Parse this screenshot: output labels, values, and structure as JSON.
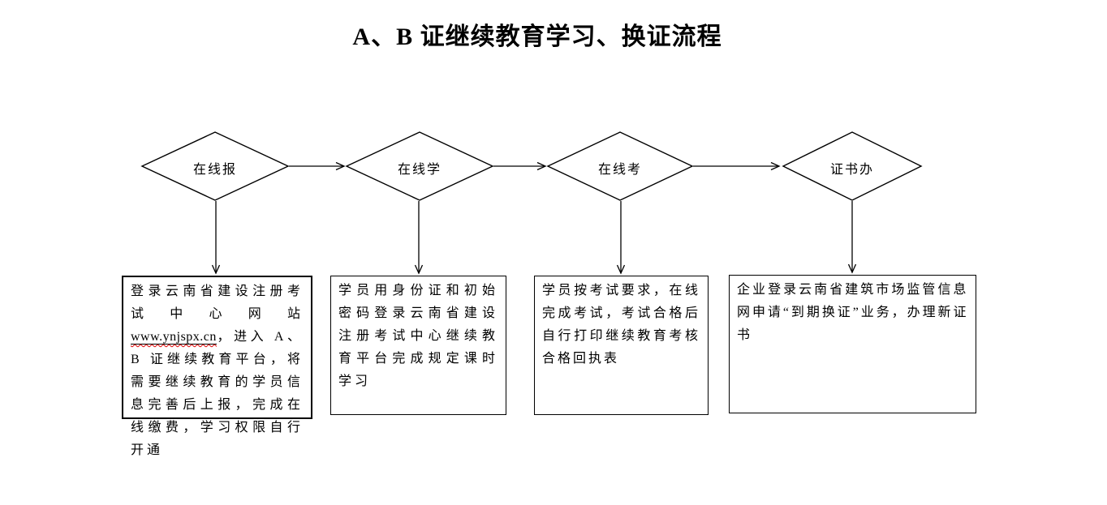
{
  "title": "A、B 证继续教育学习、换证流程",
  "colors": {
    "background": "#ffffff",
    "line": "#000000",
    "text": "#000000",
    "spellcheck_squiggle": "#e00000"
  },
  "diamonds": [
    {
      "label": "在线报"
    },
    {
      "label": "在线学"
    },
    {
      "label": "在线考"
    },
    {
      "label": "证书办"
    }
  ],
  "boxes": [
    {
      "text_pre": "登录云南省建设注册考试中心网站 ",
      "url": "www.ynjspx.cn",
      "text_post": "，进入 A、B 证继续教育平台，将需要继续教育的学员信息完善后上报，完成在线缴费，学习权限自行开通"
    },
    {
      "text": "学员用身份证和初始密码登录云南省建设注册考试中心继续教育平台完成规定课时学习"
    },
    {
      "text": "学员按考试要求，在线完成考试，考试合格后自行打印继续教育考核合格回执表"
    },
    {
      "text": "企业登录云南省建筑市场监管信息网申请“到期换证”业务，办理新证书"
    }
  ]
}
